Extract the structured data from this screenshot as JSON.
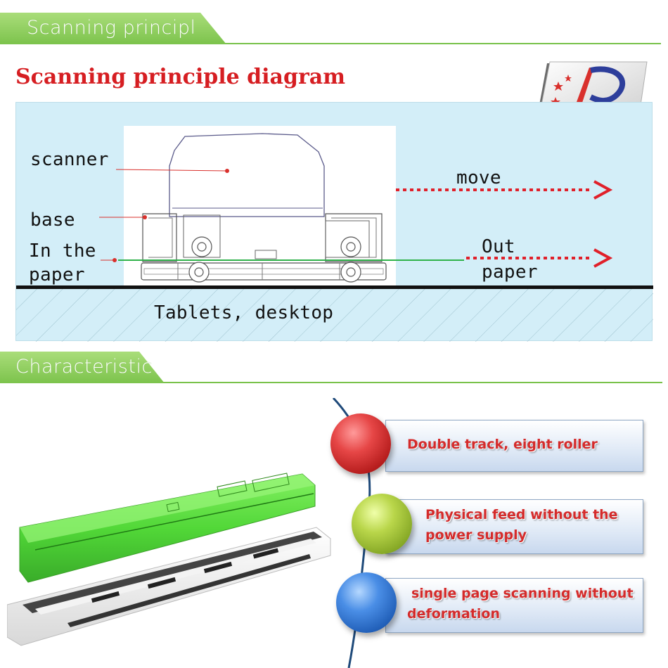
{
  "sections": {
    "scanning_tab": "Scanning principl",
    "characteristic_tab": "Characteristic"
  },
  "diagram": {
    "title": "Scanning principle diagram",
    "labels": {
      "scanner": "scanner",
      "base": "base",
      "in_paper_1": "In the",
      "in_paper_2": "paper",
      "move": "move",
      "out_paper_1": "Out",
      "out_paper_2": "paper",
      "surface": "Tablets, desktop"
    }
  },
  "features": [
    {
      "text": "Double track, eight roller",
      "ball_color": "#d93a3a"
    },
    {
      "text": "Physical feed without the power supply",
      "line1": "Physical feed without the",
      "line2": "power supply",
      "ball_color": "#a8cc3c"
    },
    {
      "text": "single page scanning without deformation",
      "line1": "single page scanning without",
      "line2": "deformation",
      "ball_color": "#3a7fd6"
    }
  ],
  "colors": {
    "accent_green": "#79c24a",
    "title_red": "#d61e22",
    "arrow_red": "#e0202a",
    "paper_line": "#2fb24a"
  },
  "icons": {
    "logo": "brand-logo-icon",
    "device": "scanner-device-icon"
  }
}
